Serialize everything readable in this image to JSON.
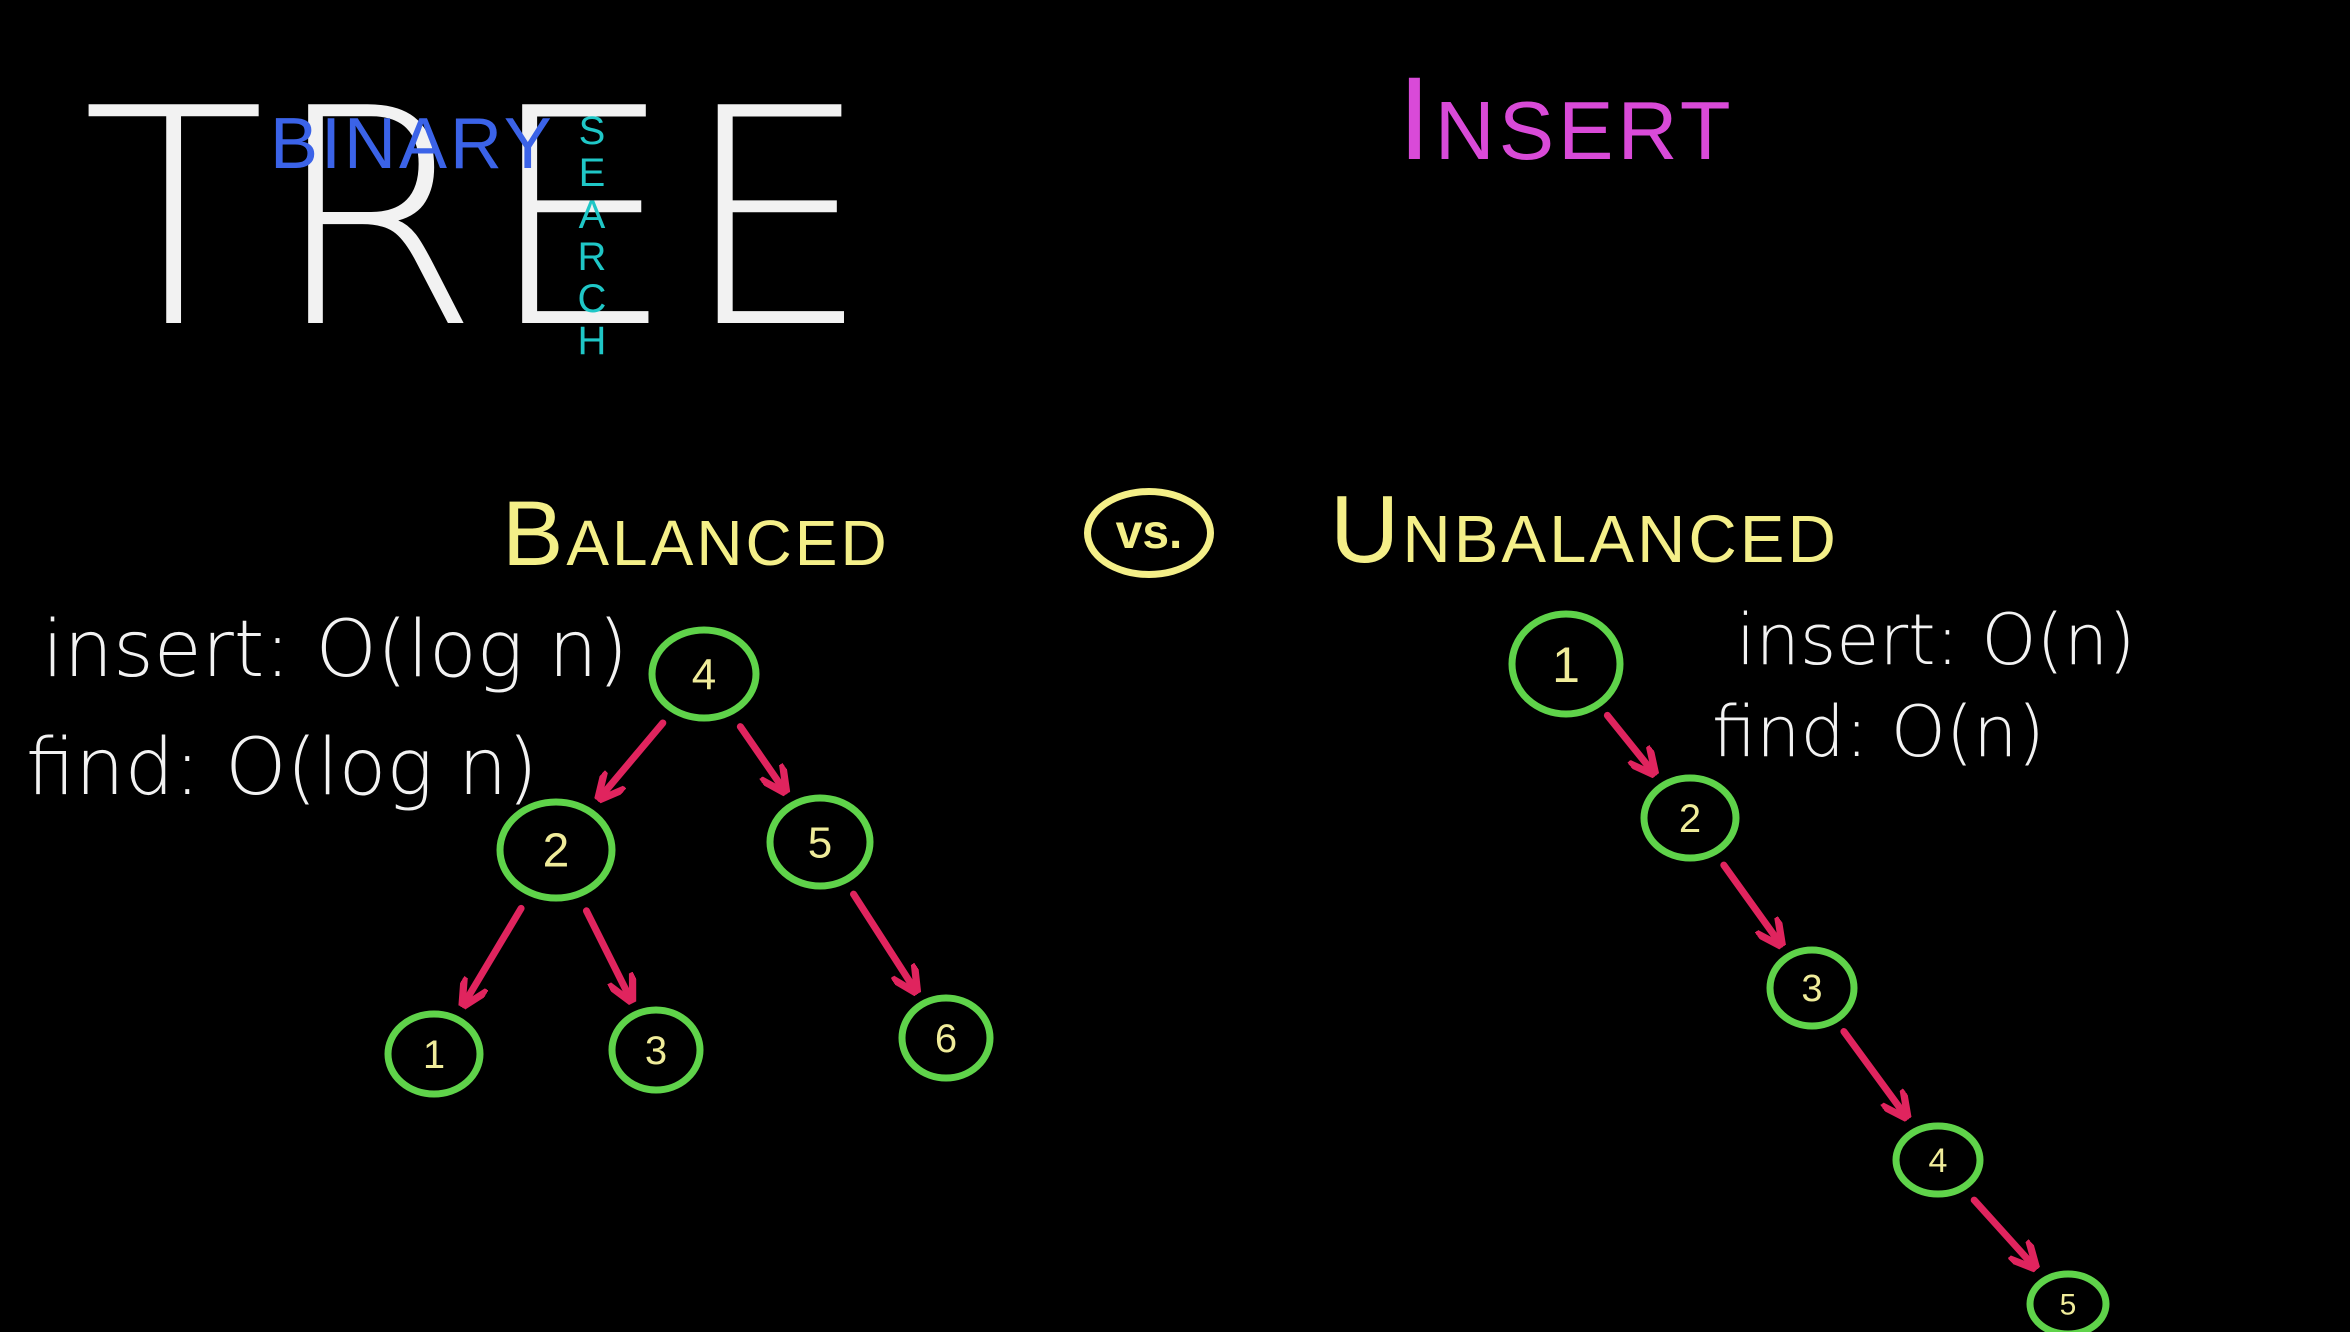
{
  "titles": {
    "tree": "TREE",
    "binary": "BINARY",
    "search": "SEARCH",
    "insert": "Insert"
  },
  "labels": {
    "balanced": "Balanced",
    "unbalanced": "Unbalanced",
    "vs": "vs."
  },
  "complexity": {
    "balanced": {
      "insert": "insert: O(log n)",
      "find": "find: O(log n)"
    },
    "unbalanced": {
      "insert": "insert: O(n)",
      "find": "find: O(n)"
    }
  },
  "colors": {
    "background": "#000000",
    "node_ring": "#5fd34a",
    "node_text": "#f0ec9a",
    "edge": "#e0245e",
    "title_white": "#f2f2f2",
    "binary_blue": "#3b63e8",
    "search_cyan": "#1fc7c7",
    "insert_magenta": "#d94ad8",
    "label_yellow": "#f4ef88"
  },
  "balanced_tree": {
    "nodes": [
      "4",
      "2",
      "5",
      "1",
      "3",
      "6"
    ],
    "edges": [
      [
        "4",
        "2"
      ],
      [
        "4",
        "5"
      ],
      [
        "2",
        "1"
      ],
      [
        "2",
        "3"
      ],
      [
        "5",
        "6"
      ]
    ]
  },
  "unbalanced_tree": {
    "nodes": [
      "1",
      "2",
      "3",
      "4",
      "5"
    ],
    "edges": [
      [
        "1",
        "2"
      ],
      [
        "2",
        "3"
      ],
      [
        "3",
        "4"
      ],
      [
        "4",
        "5"
      ]
    ]
  }
}
